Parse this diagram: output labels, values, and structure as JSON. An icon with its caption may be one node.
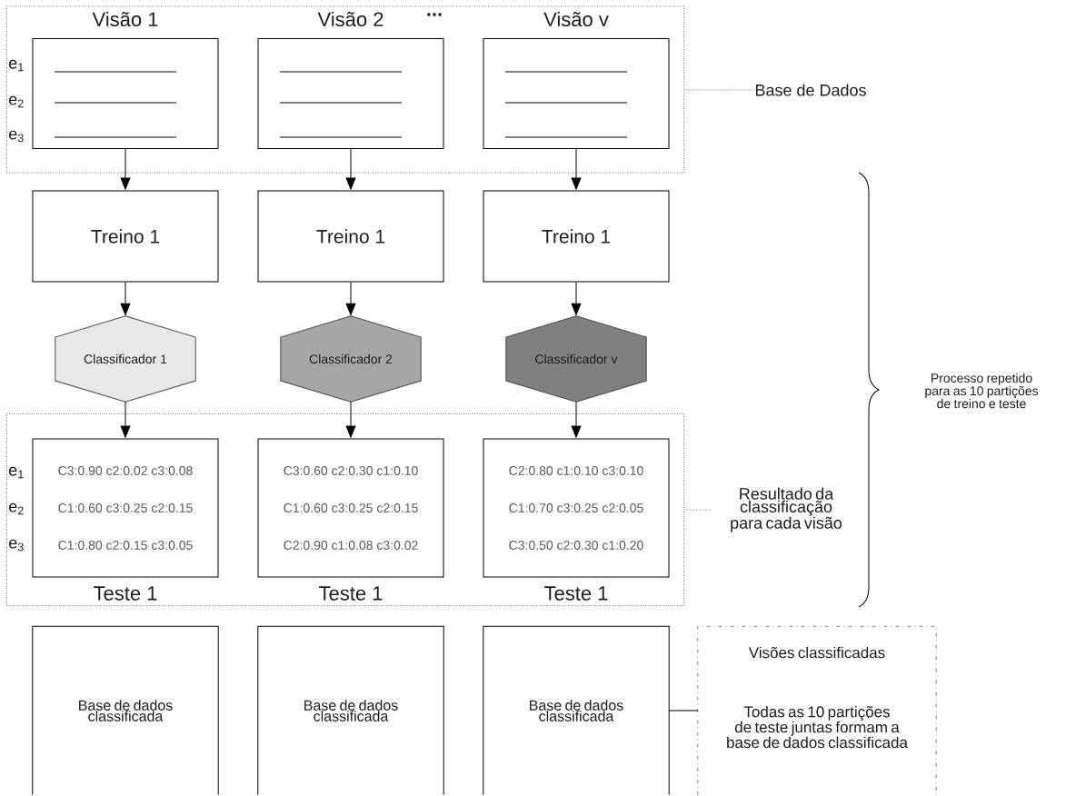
{
  "diagram": {
    "nodes": [
      {
        "text": [],
        "shape": "box"
      },
      {
        "text": [
          "Visão 1"
        ],
        "in": 0,
        "beside": [
          "e$_{1}$",
          "e$_{2}$",
          "e$_{3}$"
        ]
      },
      {
        "text": [
          "Visão 2"
        ],
        "in": 0
      },
      {
        "text": [
          "Visão v"
        ],
        "in": 0
      },
      {
        "text": [
          "Base de Dados"
        ]
      },
      {
        "text": [
          "Treino 1"
        ]
      },
      {
        "text": [
          "Treino 1"
        ]
      },
      {
        "text": [
          "Treino 1"
        ]
      },
      {
        "text": [
          "Classificador 1"
        ]
      },
      {
        "text": [
          "Classificador 2"
        ]
      },
      {
        "text": [
          "Classificador v"
        ]
      },
      {
        "text": [],
        "shape": "box"
      },
      {
        "text": [
          "C3:0.90 c2:0.02 c3:0.08",
          "C1:0.60 c3:0.25 c2:0.15",
          "C1:0.80 c2:0.15 c3:0.05",
          "Teste 1"
        ],
        "in": 11,
        "beside": [
          "e$_{1}$",
          "e$_{2}$",
          "e$_{3}$"
        ]
      },
      {
        "text": [
          "C3:0.60 c2:0.30 c1:0.10",
          "C1:0.60 c3:0.25 c2:0.15",
          "C2:0.90 c1:0.08 c3:0.02",
          "Teste 1"
        ],
        "in": 11
      },
      {
        "text": [
          "C2:0.80 c1:0.10 c3:0.10",
          "C1:0.70 c3:0.25 c2:0.05",
          "C3:0.50 c2:0.30 c1:0.20",
          "Teste 1"
        ],
        "in": 11
      },
      {
        "text": [
          "Resultado da classificação para cada visão"
        ]
      },
      {
        "text": [
          "Base de dados classificada"
        ]
      },
      {
        "text": [
          "Base de dados classificada"
        ]
      },
      {
        "text": [
          "Base de dados classificada"
        ]
      },
      {
        "text": [
          "Visões classificadas",
          "Todas as 10 partições de teste juntas formam a base de dados classificada"
        ]
      }
    ],
    "edges": [
      {
        "from": 1,
        "to": 5,
        "arrow": "to"
      },
      {
        "from": 2,
        "to": 6,
        "arrow": "to"
      },
      {
        "from": 3,
        "to": 7,
        "arrow": "to"
      },
      {
        "from": 5,
        "to": 8,
        "arrow": "to"
      },
      {
        "from": 6,
        "to": 9,
        "arrow": "to"
      },
      {
        "from": 7,
        "to": 10,
        "arrow": "to"
      },
      {
        "from": 8,
        "to": 12,
        "arrow": "to"
      },
      {
        "from": 9,
        "to": 13,
        "arrow": "to"
      },
      {
        "from": 10,
        "to": 14,
        "arrow": "to"
      },
      {
        "from": 4,
        "to": 0,
        "arrow": "none",
        "style": "dashed",
        "color": "#808080"
      },
      {
        "from": 15,
        "to": 11,
        "arrow": "none",
        "style": "dashed",
        "color": "#808080"
      },
      {
        "from": 18,
        "to": 19,
        "arrow": "none"
      }
    ],
    "labels": [
      "...",
      "Processo repetido para as 10 partições de treino e teste"
    ]
  }
}
